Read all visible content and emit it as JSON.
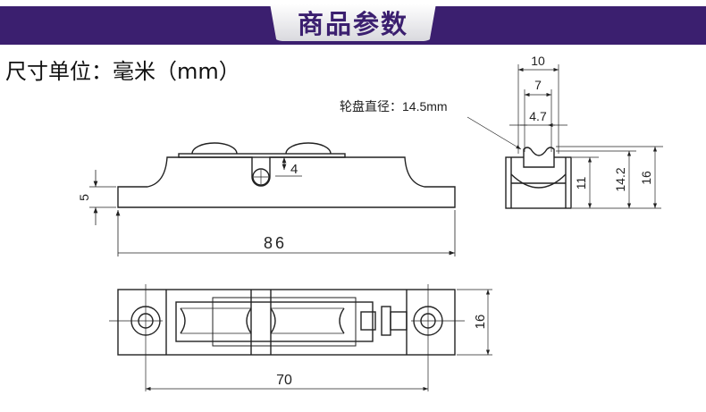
{
  "header": {
    "title": "商品参数"
  },
  "unit_label": "尺寸单位：毫米（mm）",
  "side_view": {
    "height_label": "5",
    "hole_label": "4",
    "length_label": "86"
  },
  "top_view": {
    "hole_spacing_label": "70",
    "width_label": "16"
  },
  "end_view": {
    "wheel_diameter_label": "轮盘直径：14.5mm",
    "width_10": "10",
    "width_7": "7",
    "width_4_7": "4.7",
    "height_11": "11",
    "height_14_2": "14.2",
    "height_16": "16"
  }
}
